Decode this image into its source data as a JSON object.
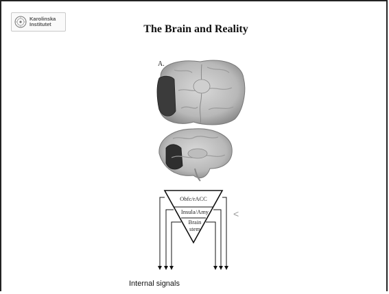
{
  "header": {
    "logo_line1": "Karolinska",
    "logo_line2": "Institutet",
    "title": "The Brain and Reality"
  },
  "figure": {
    "panel_label": "A.",
    "diagram_levels": [
      "Obfc/rACC",
      "Insula/Amy",
      "Brain",
      "stem"
    ]
  },
  "nav": {
    "chevron": "<"
  },
  "caption": "Internal signals",
  "icons": {
    "logo": "karolinska-seal-icon",
    "nav": "chevron-left-icon"
  }
}
